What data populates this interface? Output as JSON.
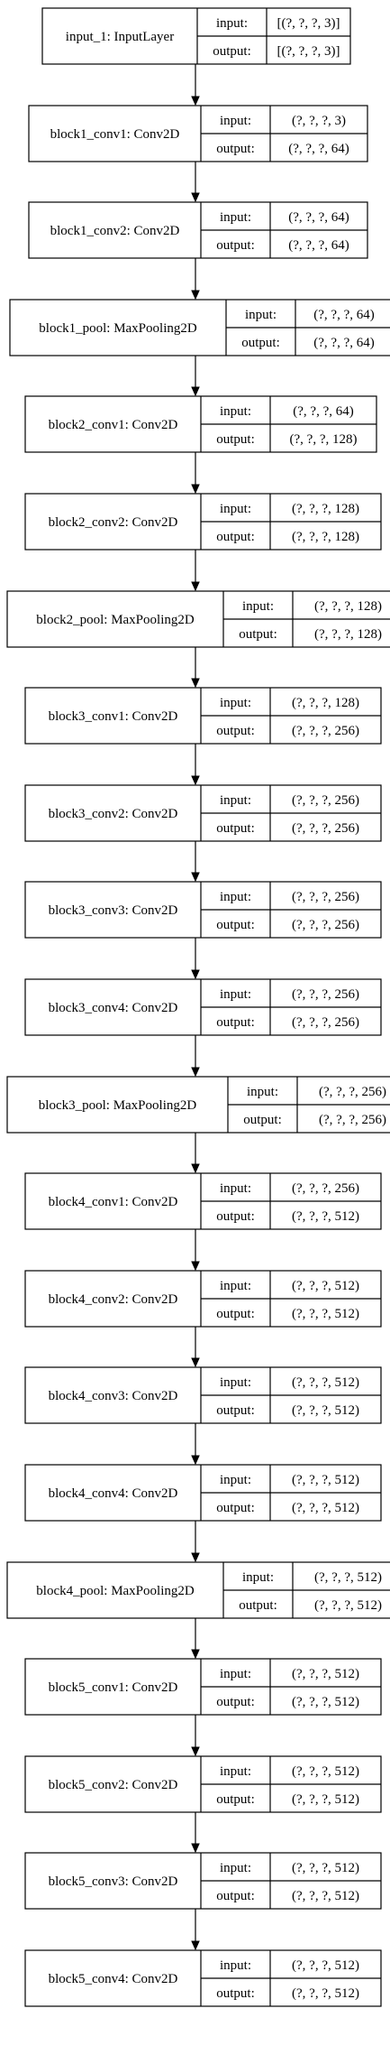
{
  "nodes": [
    {
      "name": "input_1: InputLayer",
      "input_label": "input:",
      "output_label": "output:",
      "input": "[(?, ?, ?, 3)]",
      "output": "[(?, ?, ?, 3)]"
    },
    {
      "name": "block1_conv1: Conv2D",
      "input_label": "input:",
      "output_label": "output:",
      "input": "(?, ?, ?, 3)",
      "output": "(?, ?, ?, 64)"
    },
    {
      "name": "block1_conv2: Conv2D",
      "input_label": "input:",
      "output_label": "output:",
      "input": "(?, ?, ?, 64)",
      "output": "(?, ?, ?, 64)"
    },
    {
      "name": "block1_pool: MaxPooling2D",
      "input_label": "input:",
      "output_label": "output:",
      "input": "(?, ?, ?, 64)",
      "output": "(?, ?, ?, 64)"
    },
    {
      "name": "block2_conv1: Conv2D",
      "input_label": "input:",
      "output_label": "output:",
      "input": "(?, ?, ?, 64)",
      "output": "(?, ?, ?, 128)"
    },
    {
      "name": "block2_conv2: Conv2D",
      "input_label": "input:",
      "output_label": "output:",
      "input": "(?, ?, ?, 128)",
      "output": "(?, ?, ?, 128)"
    },
    {
      "name": "block2_pool: MaxPooling2D",
      "input_label": "input:",
      "output_label": "output:",
      "input": "(?, ?, ?, 128)",
      "output": "(?, ?, ?, 128)"
    },
    {
      "name": "block3_conv1: Conv2D",
      "input_label": "input:",
      "output_label": "output:",
      "input": "(?, ?, ?, 128)",
      "output": "(?, ?, ?, 256)"
    },
    {
      "name": "block3_conv2: Conv2D",
      "input_label": "input:",
      "output_label": "output:",
      "input": "(?, ?, ?, 256)",
      "output": "(?, ?, ?, 256)"
    },
    {
      "name": "block3_conv3: Conv2D",
      "input_label": "input:",
      "output_label": "output:",
      "input": "(?, ?, ?, 256)",
      "output": "(?, ?, ?, 256)"
    },
    {
      "name": "block3_conv4: Conv2D",
      "input_label": "input:",
      "output_label": "output:",
      "input": "(?, ?, ?, 256)",
      "output": "(?, ?, ?, 256)"
    },
    {
      "name": "block3_pool: MaxPooling2D",
      "input_label": "input:",
      "output_label": "output:",
      "input": "(?, ?, ?, 256)",
      "output": "(?, ?, ?, 256)"
    },
    {
      "name": "block4_conv1: Conv2D",
      "input_label": "input:",
      "output_label": "output:",
      "input": "(?, ?, ?, 256)",
      "output": "(?, ?, ?, 512)"
    },
    {
      "name": "block4_conv2: Conv2D",
      "input_label": "input:",
      "output_label": "output:",
      "input": "(?, ?, ?, 512)",
      "output": "(?, ?, ?, 512)"
    },
    {
      "name": "block4_conv3: Conv2D",
      "input_label": "input:",
      "output_label": "output:",
      "input": "(?, ?, ?, 512)",
      "output": "(?, ?, ?, 512)"
    },
    {
      "name": "block4_conv4: Conv2D",
      "input_label": "input:",
      "output_label": "output:",
      "input": "(?, ?, ?, 512)",
      "output": "(?, ?, ?, 512)"
    },
    {
      "name": "block4_pool: MaxPooling2D",
      "input_label": "input:",
      "output_label": "output:",
      "input": "(?, ?, ?, 512)",
      "output": "(?, ?, ?, 512)"
    },
    {
      "name": "block5_conv1: Conv2D",
      "input_label": "input:",
      "output_label": "output:",
      "input": "(?, ?, ?, 512)",
      "output": "(?, ?, ?, 512)"
    },
    {
      "name": "block5_conv2: Conv2D",
      "input_label": "input:",
      "output_label": "output:",
      "input": "(?, ?, ?, 512)",
      "output": "(?, ?, ?, 512)"
    },
    {
      "name": "block5_conv3: Conv2D",
      "input_label": "input:",
      "output_label": "output:",
      "input": "(?, ?, ?, 512)",
      "output": "(?, ?, ?, 512)"
    },
    {
      "name": "block5_conv4: Conv2D",
      "input_label": "input:",
      "output_label": "output:",
      "input": "(?, ?, ?, 512)",
      "output": "(?, ?, ?, 512)"
    }
  ],
  "colors": {
    "stroke": "#000000",
    "background": "#ffffff"
  }
}
